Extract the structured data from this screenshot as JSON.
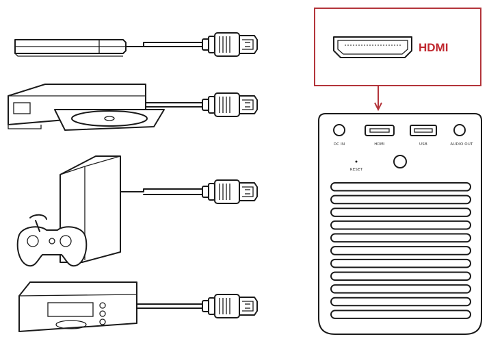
{
  "callout": {
    "label": "HDMI"
  },
  "projector": {
    "ports": {
      "dc_in": "DC IN",
      "hdmi": "HDMI",
      "usb": "USB",
      "audio_out": "AUDIO OUT",
      "reset": "RESET"
    },
    "vent_slots": 11
  },
  "sources": [
    "tv-stick",
    "dvd-player",
    "game-console",
    "set-top-box"
  ],
  "colors": {
    "callout": "#c0282f",
    "line": "#1a1a1a"
  }
}
